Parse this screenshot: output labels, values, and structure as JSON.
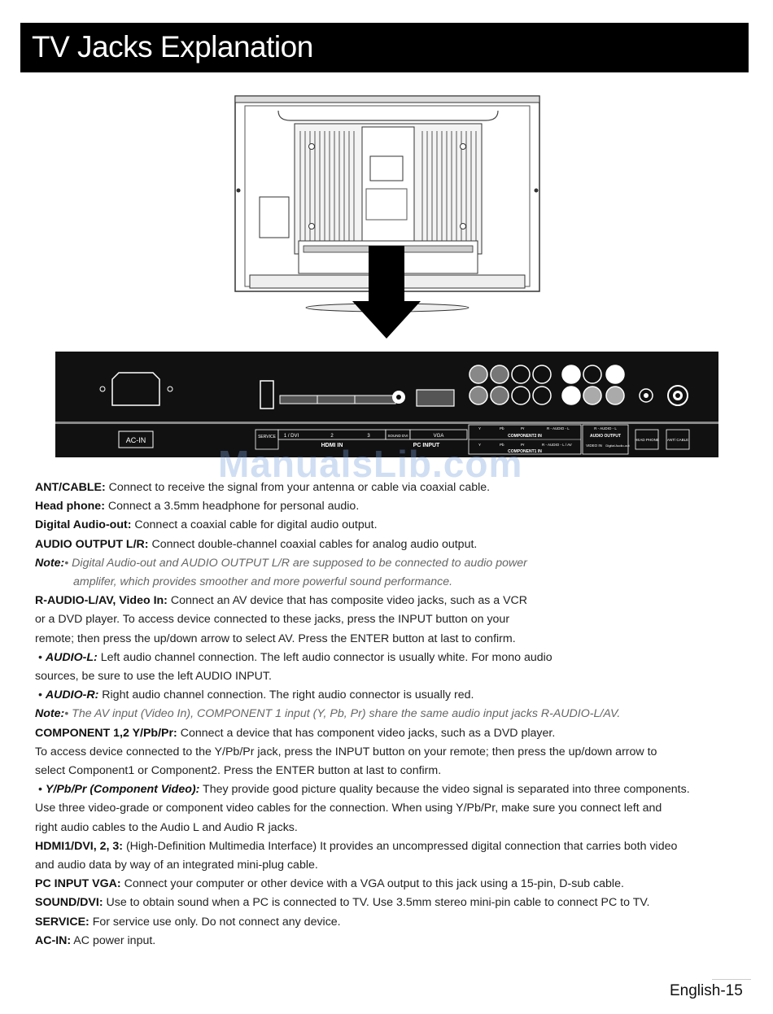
{
  "title": "TV Jacks Explanation",
  "watermark": "ManualsLib.com",
  "panel": {
    "ac_in": "AC-IN",
    "service": "SERVICE",
    "hdmi_ports": [
      "1 / DVI",
      "2",
      "3"
    ],
    "hdmi_in": "HDMI IN",
    "sound_dvi": "SOUND DVI",
    "vga": "VGA",
    "pc_input": "PC INPUT",
    "comp2_labels": [
      "Y",
      "Pb",
      "Pr",
      "R - AUDIO - L"
    ],
    "comp2_in": "COMPONENT2 IN",
    "comp1_labels": [
      "Y",
      "Pb",
      "Pr",
      "R - AUDIO - L / AV"
    ],
    "comp1_in": "COMPONENT1 IN",
    "audio_out_label": "R - AUDIO - L",
    "audio_output": "AUDIO OUTPUT",
    "video_in": "VIDEO IN",
    "digital_audio_out": "Digital Audio-out",
    "head_phone": "HEAD PHONE",
    "ant_cable": "ANT/ CABLE"
  },
  "items": {
    "ant_label": "ANT/CABLE:",
    "ant_text": " Connect to receive the signal from your antenna or cable via coaxial cable.",
    "head_label": "Head phone:",
    "head_text": " Connect a 3.5mm headphone for personal audio.",
    "digital_label": "Digital Audio-out:",
    "digital_text": " Connect a coaxial cable for digital audio output.",
    "audio_out_label": "AUDIO OUTPUT L/R:",
    "audio_out_text": " Connect double-channel coaxial cables for analog audio output.",
    "note1_label": "Note:",
    "note1_line1": "• Digital Audio-out and AUDIO OUTPUT L/R are supposed to be connected to audio power",
    "note1_line2": "amplifer, which provides smoother and more powerful sound performance.",
    "raudio_label": "R-AUDIO-L/AV, Video In:",
    "raudio_line1": " Connect an AV device that has composite video jacks, such as a VCR",
    "raudio_line2": "or a DVD player. To access device connected to these jacks, press the INPUT button on your",
    "raudio_line3": "remote; then press the up/down arrow to select AV. Press the ENTER button at last to confirm.",
    "audiol_label": "AUDIO-L:",
    "audiol_line1": " Left audio channel connection. The left audio connector is usually white. For mono audio",
    "audiol_line2": "sources, be sure to use the left AUDIO INPUT.",
    "audior_label": "AUDIO-R:",
    "audior_text": " Right audio channel connection. The right audio connector is usually red.",
    "note2_label": "Note:",
    "note2_text": "• The AV input (Video In), COMPONENT 1 input (Y, Pb, Pr) share the same audio input jacks R-AUDIO-L/AV.",
    "comp_label": "COMPONENT 1,2 Y/Pb/Pr:",
    "comp_line1": " Connect a device that has component video jacks, such as a DVD player.",
    "comp_line2": "To access device connected to the Y/Pb/Pr jack, press the INPUT button on your remote; then press the up/down arrow to",
    "comp_line3": "select Component1 or Component2. Press the ENTER button at last to confirm.",
    "ypbpr_label": "Y/Pb/Pr (Component Video):",
    "ypbpr_line1": " They provide good picture quality because the video signal is separated into three components.",
    "ypbpr_line2": "Use three video-grade or component video cables for the connection. When using Y/Pb/Pr, make sure you connect left and",
    "ypbpr_line3": "right audio cables to the Audio L and Audio R jacks.",
    "hdmi_label": "HDMI1/DVI, 2, 3:",
    "hdmi_line1": " (High-Definition Multimedia Interface) It provides an uncompressed digital connection that carries both video",
    "hdmi_line2": "and audio data by way of an integrated mini-plug cable.",
    "pc_label": "PC INPUT VGA:",
    "pc_text": " Connect your computer or other device with a VGA output to this jack using a 15-pin, D-sub cable.",
    "sound_label": "SOUND/DVI:",
    "sound_text": " Use to obtain sound when a PC is connected to TV. Use 3.5mm stereo mini-pin cable to connect PC to TV.",
    "service_label": "SERVICE:",
    "service_text": " For service use only. Do not connect any device.",
    "acin_label": "AC-IN:",
    "acin_text": " AC power input."
  },
  "page_number": "English-15"
}
